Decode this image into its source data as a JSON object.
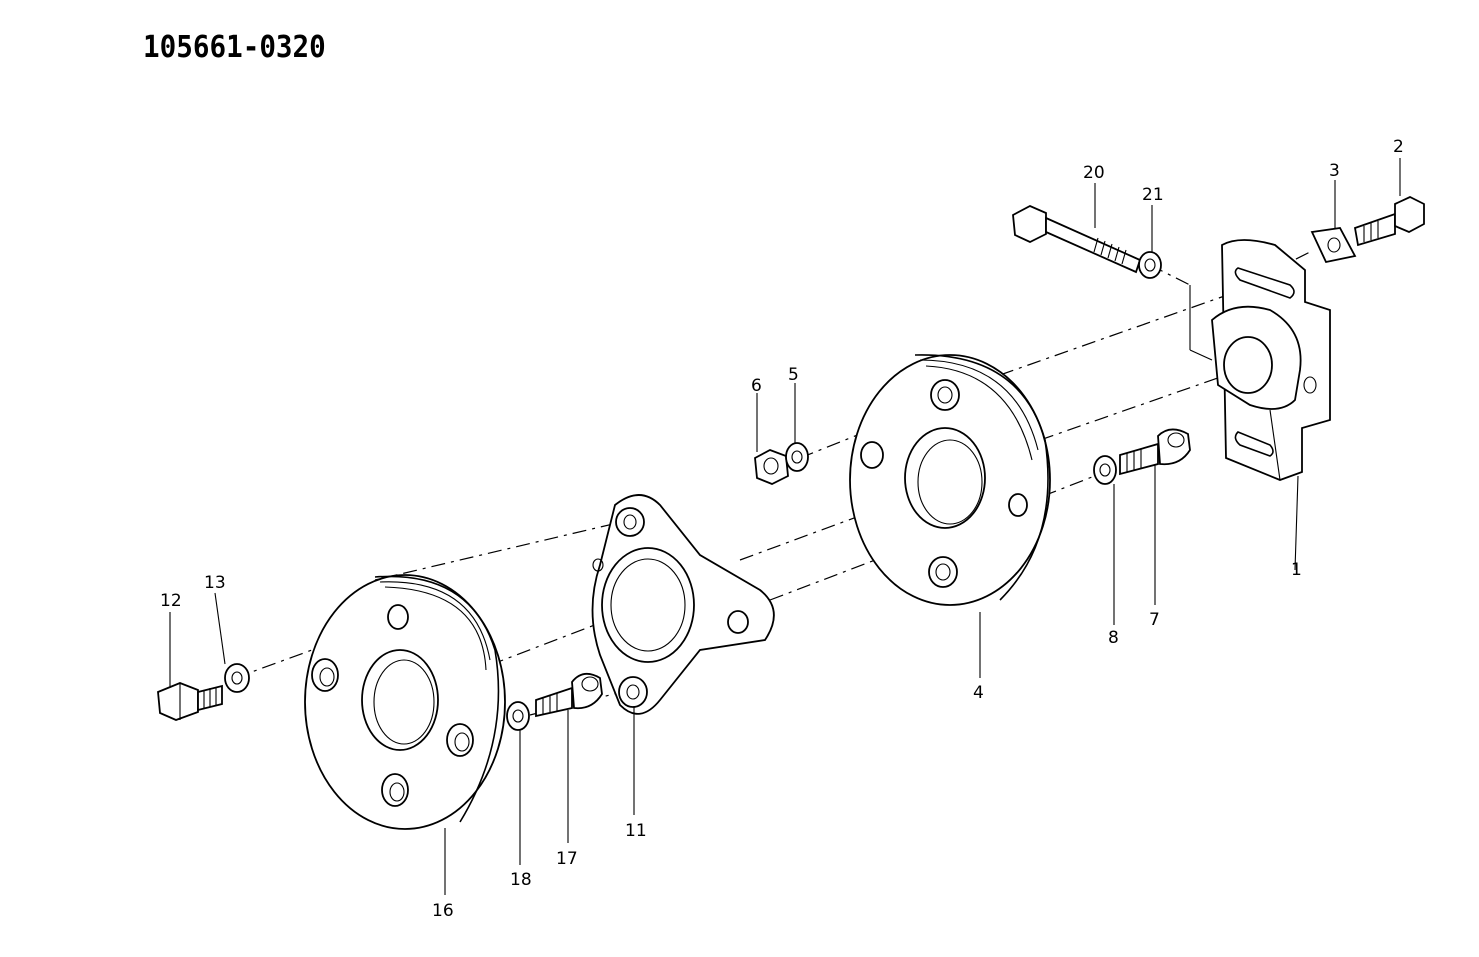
{
  "drawing_number": "105661-0320",
  "callouts": {
    "p1": "1",
    "p2": "2",
    "p3": "3",
    "p4": "4",
    "p5": "5",
    "p6": "6",
    "p7": "7",
    "p8": "8",
    "p11": "11",
    "p12": "12",
    "p13": "13",
    "p16": "16",
    "p17": "17",
    "p18": "18",
    "p20": "20",
    "p21": "21"
  }
}
